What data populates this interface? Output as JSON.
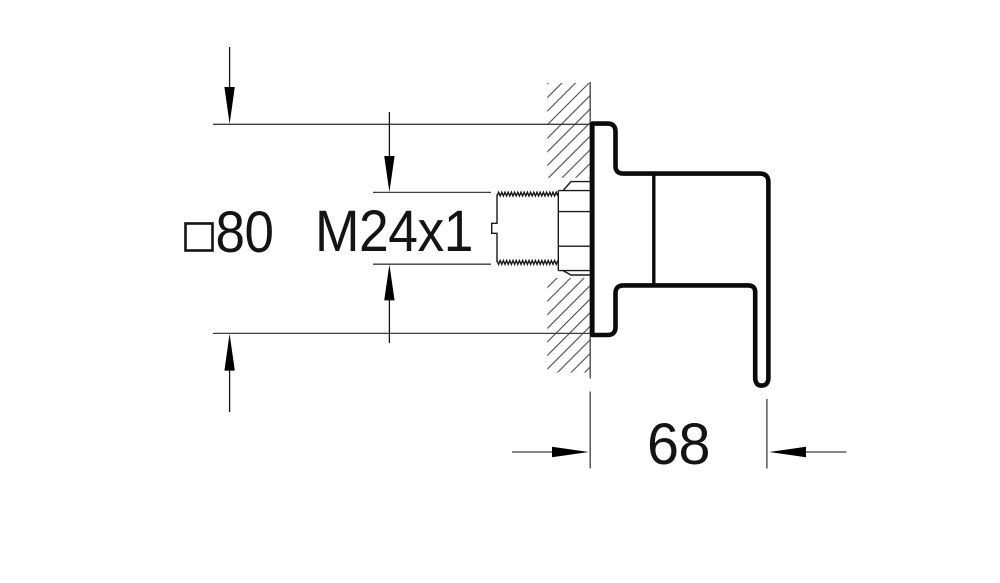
{
  "drawing": {
    "dimensions": {
      "faceplate": {
        "symbol": "□",
        "value": "80"
      },
      "thread": {
        "value": "M24x1"
      },
      "projection": {
        "value": "68"
      }
    },
    "colors": {
      "thin_line": "#3f3f3f",
      "hatch_line": "#4a4a4a",
      "detail_line": "#1a1a1a",
      "outline": "#0b0b0b",
      "text": "#141414",
      "background": "#ffffff"
    }
  }
}
